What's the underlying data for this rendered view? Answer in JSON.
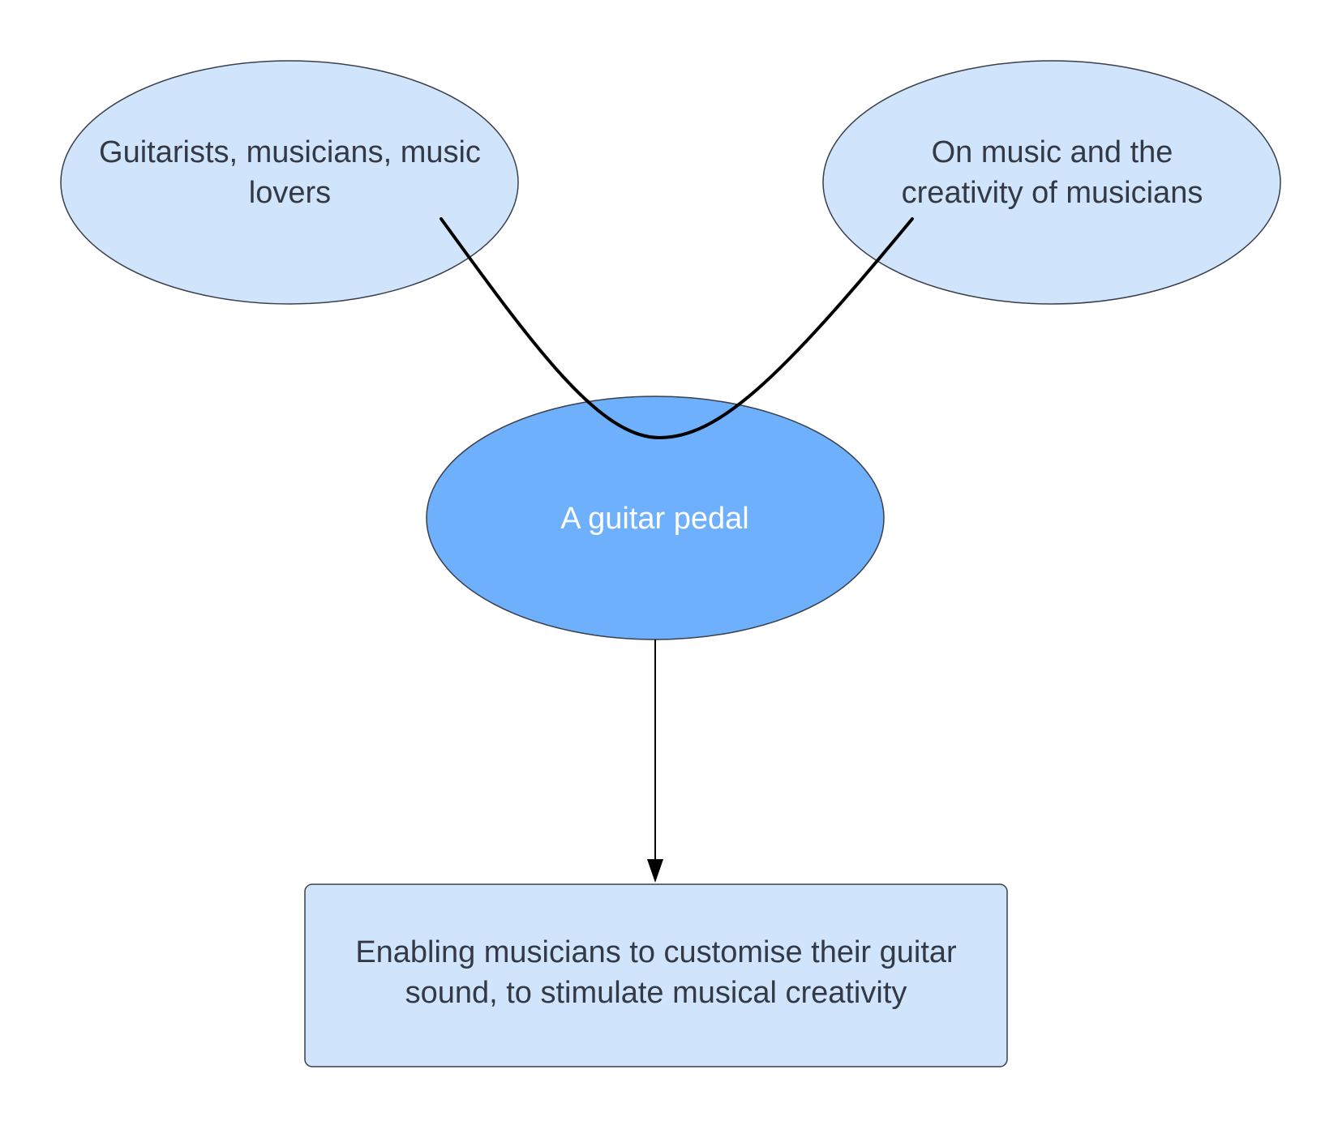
{
  "diagram": {
    "nodes": {
      "audience": {
        "text": "Guitarists, musicians, music\nlovers",
        "shape": "ellipse",
        "fill": "#d0e4fc"
      },
      "focus": {
        "text": "On music and the\ncreativity of musicians",
        "shape": "ellipse",
        "fill": "#d0e4fc"
      },
      "product": {
        "text": "A guitar pedal",
        "shape": "ellipse",
        "fill": "#6eb0fc"
      },
      "outcome": {
        "text": "Enabling musicians to customise their guitar\nsound, to stimulate musical creativity",
        "shape": "rounded-rectangle",
        "fill": "#d0e4fc"
      }
    },
    "edges": [
      {
        "from": "audience",
        "to": "focus",
        "style": "curved-line",
        "arrow": false
      },
      {
        "from": "product",
        "to": "outcome",
        "style": "straight-line",
        "arrow": true
      }
    ],
    "colors": {
      "shape_stroke": "#3a3f4a",
      "connector": "#000000",
      "text_dark": "#333a45",
      "text_light": "#ffffff"
    }
  }
}
